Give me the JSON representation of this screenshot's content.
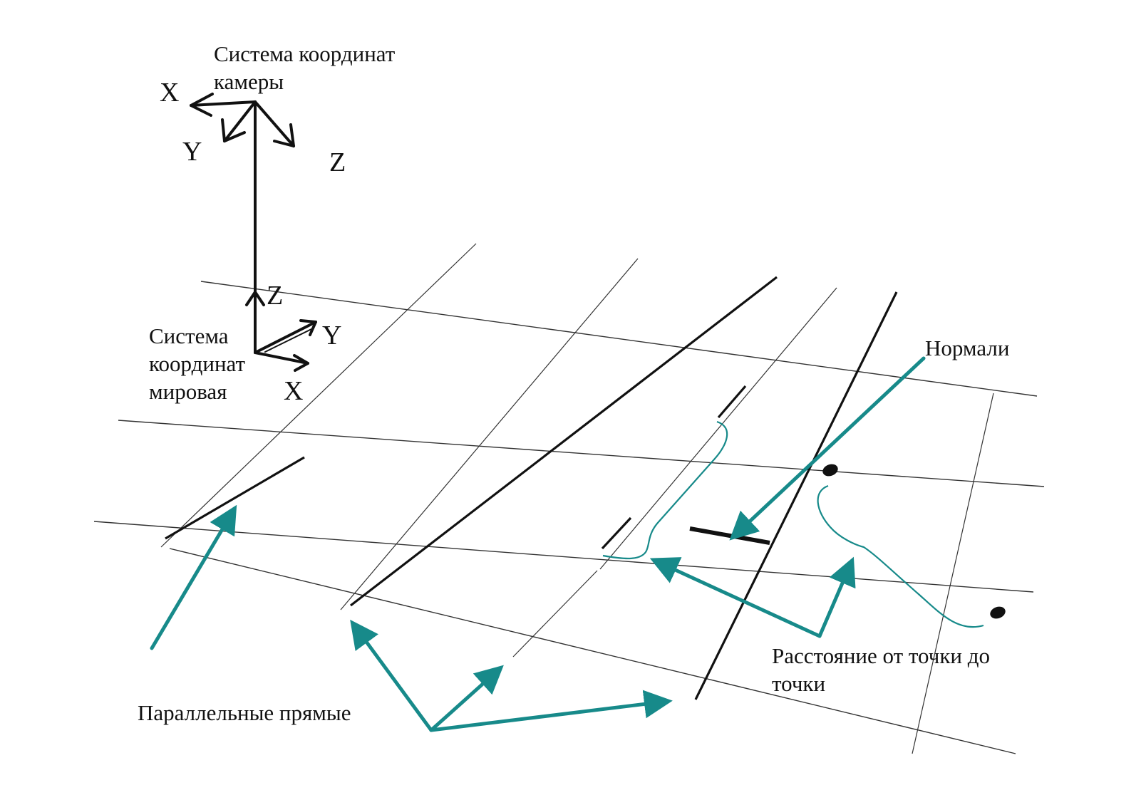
{
  "labels": {
    "camera_system": "Система координат\nкамеры",
    "world_system": "Система\nкоординат\nмировая",
    "normals": "Нормали",
    "point_distance": "Расстояние от точки до\nточки",
    "parallel_lines": "Параллельные прямые"
  },
  "camera_axes": {
    "x": "X",
    "y": "Y",
    "z": "Z"
  },
  "world_axes": {
    "x": "X",
    "y": "Y",
    "z": "Z"
  },
  "colors": {
    "ink": "#111111",
    "grid": "#333333",
    "accent": "#178a8a",
    "background": "#ffffff"
  }
}
